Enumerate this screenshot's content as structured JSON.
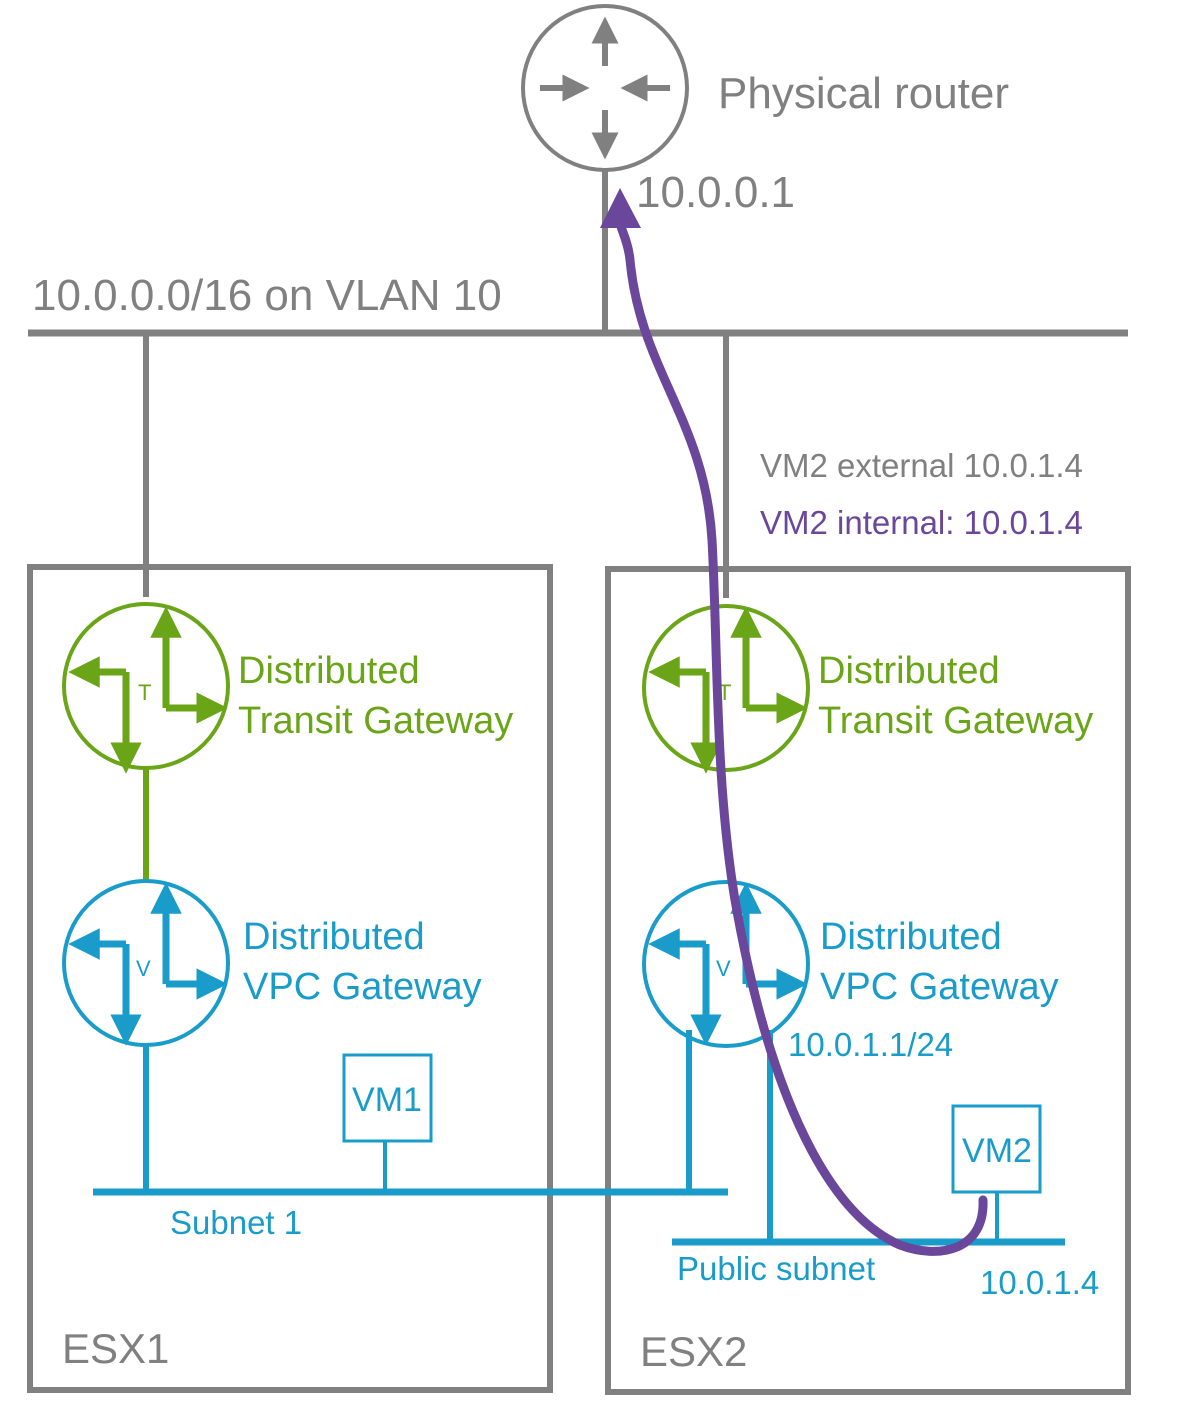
{
  "router": {
    "label": "Physical router",
    "ip": "10.0.0.1"
  },
  "network": {
    "label": "10.0.0.0/16 on VLAN 10"
  },
  "vm2_addresses": {
    "external": "VM2 external 10.0.1.4",
    "internal": "VM2 internal: 10.0.1.4"
  },
  "hosts": [
    {
      "name": "ESX1",
      "transit_gateway": {
        "line1": "Distributed",
        "line2": "Transit Gateway",
        "glyph": "T"
      },
      "vpc_gateway": {
        "line1": "Distributed",
        "line2": "VPC Gateway",
        "glyph": "V"
      },
      "vm": "VM1"
    },
    {
      "name": "ESX2",
      "transit_gateway": {
        "line1": "Distributed",
        "line2": "Transit Gateway",
        "glyph": "T"
      },
      "vpc_gateway": {
        "line1": "Distributed",
        "line2": "VPC Gateway",
        "glyph": "V",
        "ip": "10.0.1.1/24"
      },
      "vm": "VM2",
      "vm_ip": "10.0.1.4"
    }
  ],
  "subnets": {
    "subnet1": "Subnet 1",
    "public": "Public subnet"
  },
  "colors": {
    "gray": "#808080",
    "green": "#6aa518",
    "blue": "#1a9ccb",
    "purple": "#6b479c"
  }
}
